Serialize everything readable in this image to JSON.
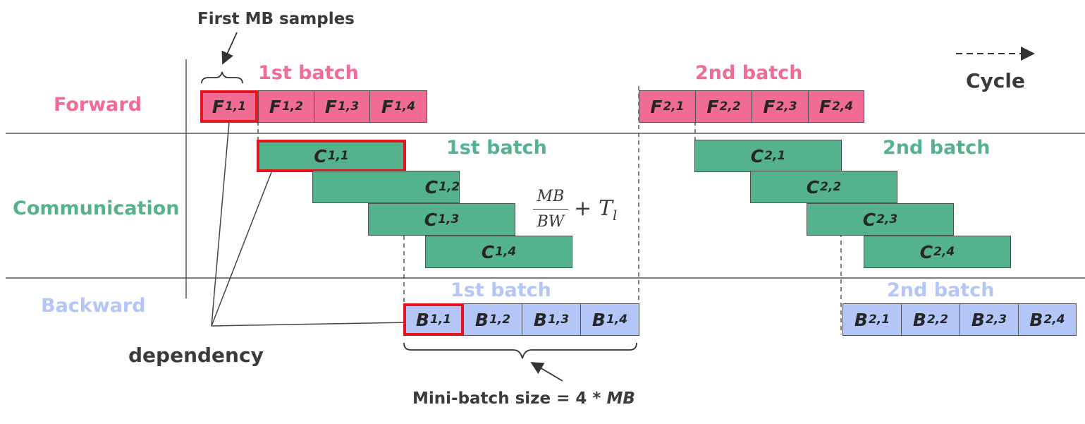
{
  "labels": {
    "first_mb_samples": "First MB samples",
    "dependency": "dependency",
    "cycle": "Cycle",
    "minibatch_prefix": "Mini-batch size = 4 * ",
    "minibatch_mb": "MB"
  },
  "rows": {
    "forward": "Forward",
    "communication": "Communication",
    "backward": "Backward"
  },
  "batches": {
    "first": "1st batch",
    "second": "2nd batch"
  },
  "formula": {
    "numerator": "MB",
    "denominator": "BW",
    "plus": "+",
    "term": "T",
    "term_sub": "l"
  },
  "blocks": {
    "forward": [
      {
        "letter": "F",
        "index": "1,1"
      },
      {
        "letter": "F",
        "index": "1,2"
      },
      {
        "letter": "F",
        "index": "1,3"
      },
      {
        "letter": "F",
        "index": "1,4"
      },
      {
        "letter": "F",
        "index": "2,1"
      },
      {
        "letter": "F",
        "index": "2,2"
      },
      {
        "letter": "F",
        "index": "2,3"
      },
      {
        "letter": "F",
        "index": "2,4"
      }
    ],
    "communication": [
      {
        "letter": "C",
        "index": "1,1"
      },
      {
        "letter": "C",
        "index": "1,2"
      },
      {
        "letter": "C",
        "index": "1,3"
      },
      {
        "letter": "C",
        "index": "1,4"
      },
      {
        "letter": "C",
        "index": "2,1"
      },
      {
        "letter": "C",
        "index": "2,2"
      },
      {
        "letter": "C",
        "index": "2,3"
      },
      {
        "letter": "C",
        "index": "2,4"
      }
    ],
    "backward": [
      {
        "letter": "B",
        "index": "1,1"
      },
      {
        "letter": "B",
        "index": "1,2"
      },
      {
        "letter": "B",
        "index": "1,3"
      },
      {
        "letter": "B",
        "index": "1,4"
      },
      {
        "letter": "B",
        "index": "2,1"
      },
      {
        "letter": "B",
        "index": "2,2"
      },
      {
        "letter": "B",
        "index": "2,3"
      },
      {
        "letter": "B",
        "index": "2,4"
      }
    ]
  },
  "colors": {
    "forward": "#f06c95",
    "communication": "#54b38c",
    "backward": "#b4c6f8",
    "highlight": "#e8141b",
    "text": "#3a3a3a"
  }
}
